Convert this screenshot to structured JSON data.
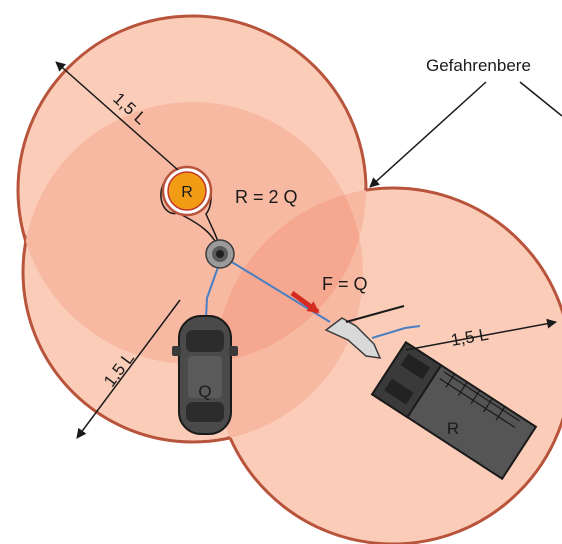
{
  "labels": {
    "danger_zone": "Gefahrenbere",
    "pull_force": "R = 2 Q",
    "tension": "F = Q",
    "radius_top": "1,5 L",
    "radius_left": "1,5 L",
    "radius_right": "1,5 L",
    "roller_letter": "R",
    "anchor_car_letter": "Q",
    "truck_letter": "R"
  },
  "colors": {
    "zone_fill": "#fbcdb9",
    "zone_overlap": "#f5a88f",
    "zone_border": "#b9543c",
    "rope": "#4a7fc4",
    "force_arrow": "#d42a1f",
    "roller_fill": "#f29b15",
    "vehicle_body": "#4a4a4a"
  }
}
